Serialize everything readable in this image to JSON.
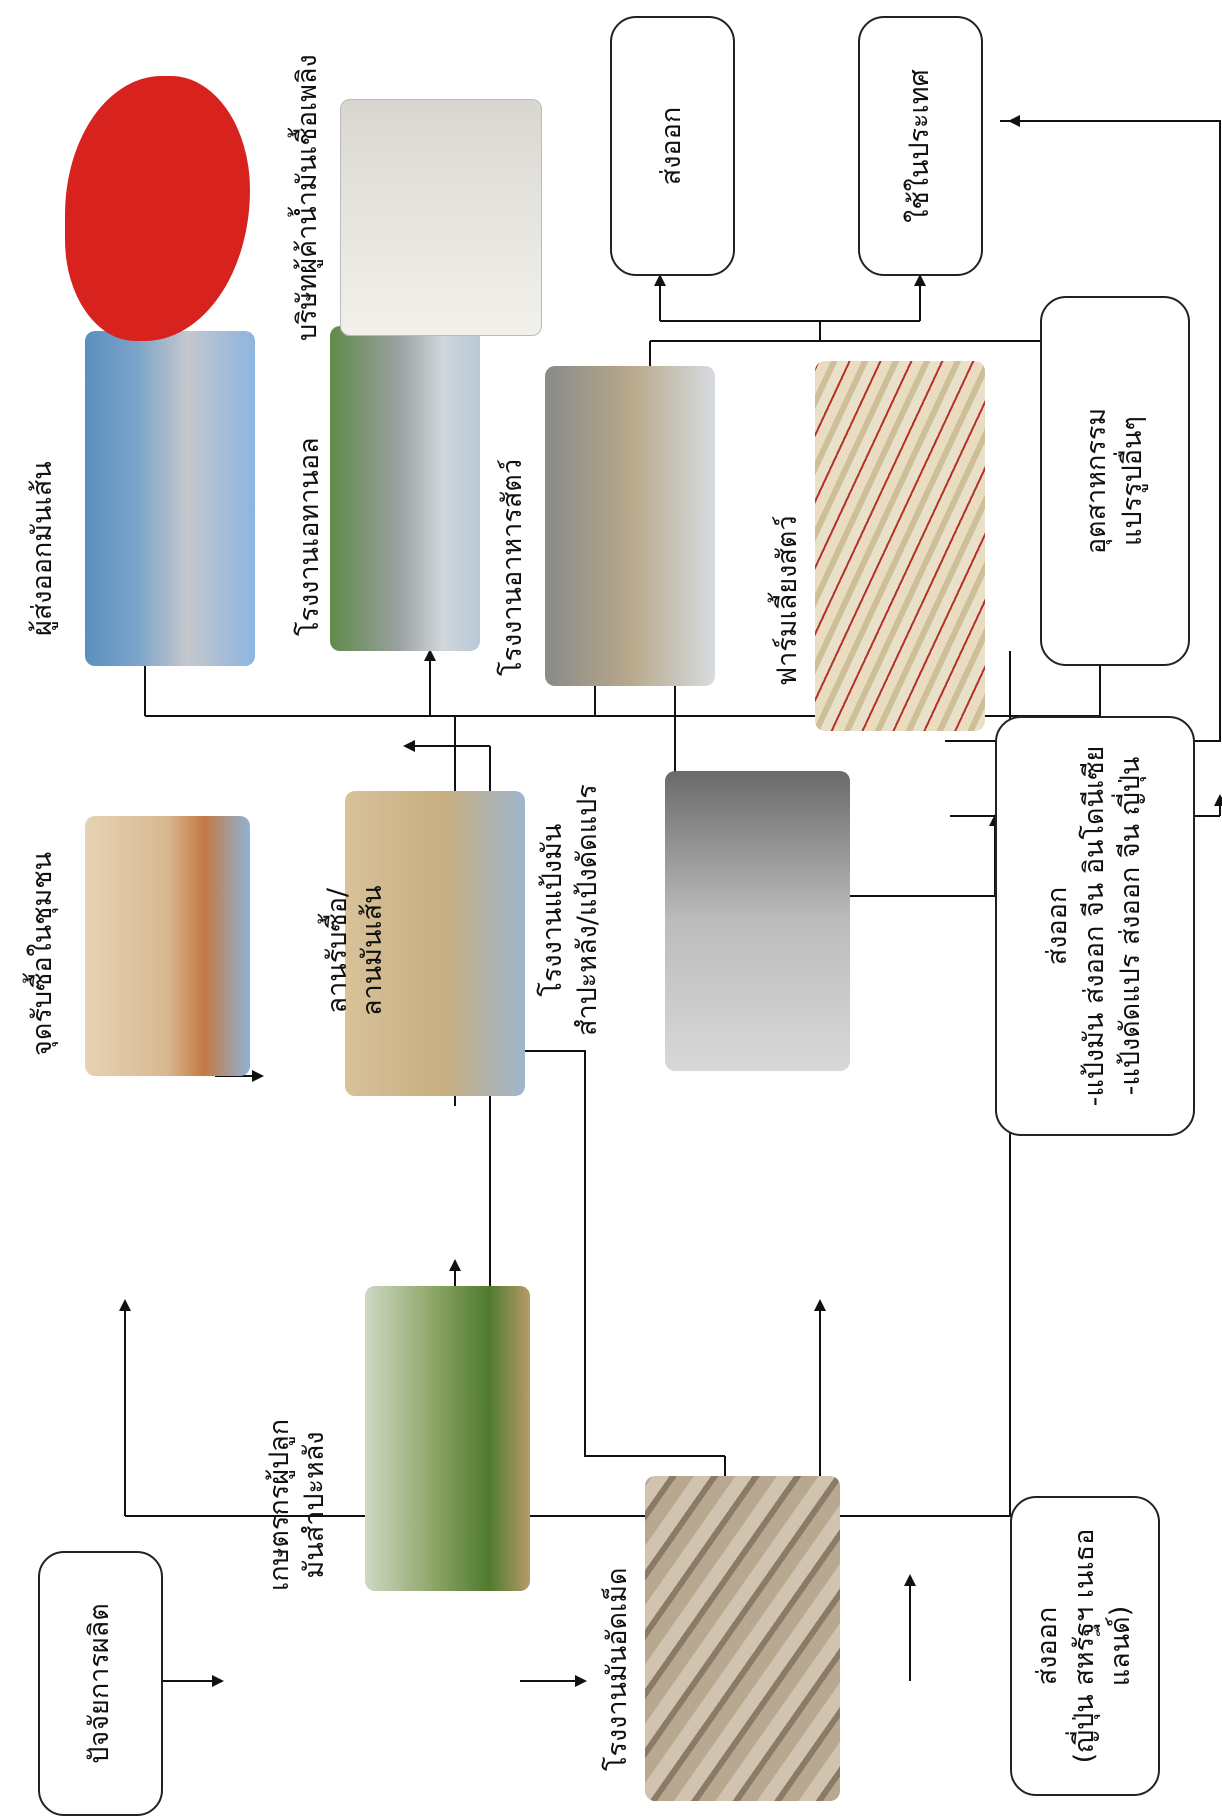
{
  "boxes": {
    "inputs": "ปัจจัยการผลิต",
    "export_chips": {
      "line1": "ส่งออก",
      "line2": "(ญี่ปุ่น สหรัฐฯ เนเธอแลนด์)"
    },
    "export_starch": {
      "line1": "ส่งออก",
      "line2": "-แป้งมัน ส่งออก จีน อินโดนีเซีย",
      "line3": "-แป้งดัดแปร ส่งออก จีน ญี่ปุ่น"
    },
    "other_industry": {
      "line1": "อุตสาหกรรม",
      "line2": "แปรรูปอื่นๆ"
    },
    "export": "ส่งออก",
    "domestic": "ใช้ในประเทศ"
  },
  "labels": {
    "farmers": {
      "line1": "เกษตรกรผู้ปลูก",
      "line2": "มันสำปะหลัง"
    },
    "pellet_factory": "โรงงานมันอัดเม็ด",
    "community_point": "จุดรับซื้อในชุมชน",
    "yard": {
      "line1": "ลานรับซื้อ/",
      "line2": "ลานมันเส้น"
    },
    "starch_factory": {
      "line1": "โรงงานแป้งมัน",
      "line2": "สำปะหลัง/แป้งดัดแปร"
    },
    "chip_exporter": "ผู้ส่งออกมันเส้น",
    "ethanol_factory": "โรงงานเอทานอล",
    "feed_factory": "โรงงานอาหารสัตว์",
    "livestock_farm": "ฟาร์มเลี้ยงสัตว์",
    "fuel_company": "บริษัทผู้ค้าน้ำมันเชื้อเพลิง"
  },
  "images": [
    "cassava-field-photo",
    "pellets-photo",
    "community-point-photo",
    "yard-photo",
    "starch-warehouse-photo",
    "port-photo",
    "ethanol-plant-photo",
    "feed-mill-photo",
    "poultry-farm-photo",
    "fuel-dispenser-photo",
    "china-map"
  ]
}
